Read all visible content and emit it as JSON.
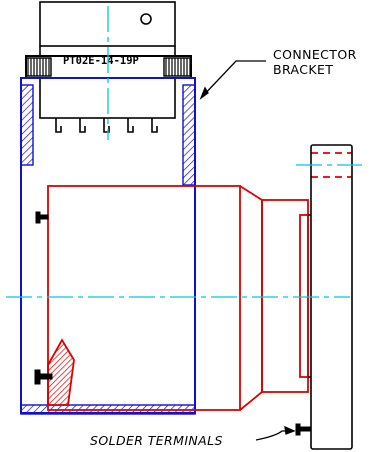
{
  "drawing": {
    "part_number": "PT02E-14-19P",
    "callouts": {
      "connector_bracket_line1": "CONNECTOR",
      "connector_bracket_line2": "BRACKET",
      "solder_terminals": "SOLDER TERMINALS"
    },
    "colors": {
      "bracket": "#1010d0",
      "housing": "#e00000",
      "centerline": "#00c8e0",
      "outline": "#000000",
      "hatch_blue": "#1010d0",
      "hatch_red": "#e00000"
    }
  }
}
